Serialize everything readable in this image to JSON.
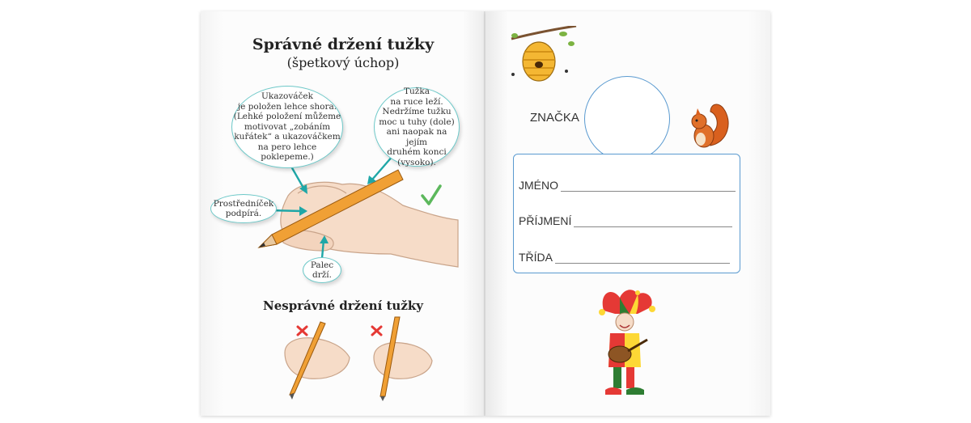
{
  "left_page": {
    "title": "Správné držení tužky",
    "subtitle": "(špetkový úchop)",
    "bubbles": {
      "index_finger": "Ukazováček\nje položen lehce shora.\n(Lehké položení můžeme\nmotivovat „zobáním\nkuřátek“ a ukazováčkem\nna pero lehce\npoklepeme.)",
      "pencil": "Tužka\nna ruce leží.\nNedržíme tužku\nmoc u tuhy (dole)\nani naopak na jejím\ndruhém konci\n(vysoko).",
      "middle_finger": "Prostředníček\npodpírá.",
      "thumb": "Palec\ndrží."
    },
    "incorrect_title": "Nesprávné držení tužky"
  },
  "right_page": {
    "znacka_label": "ZNAČKA",
    "form": {
      "name_label": "JMÉNO",
      "surname_label": "PŘÍJMENÍ",
      "class_label": "TŘÍDA"
    }
  },
  "colors": {
    "bubble_border": "#6ec9c9",
    "arrow": "#1fa7a7",
    "form_border": "#5a9ad0",
    "check": "#5cb85c",
    "cross": "#e53935"
  }
}
